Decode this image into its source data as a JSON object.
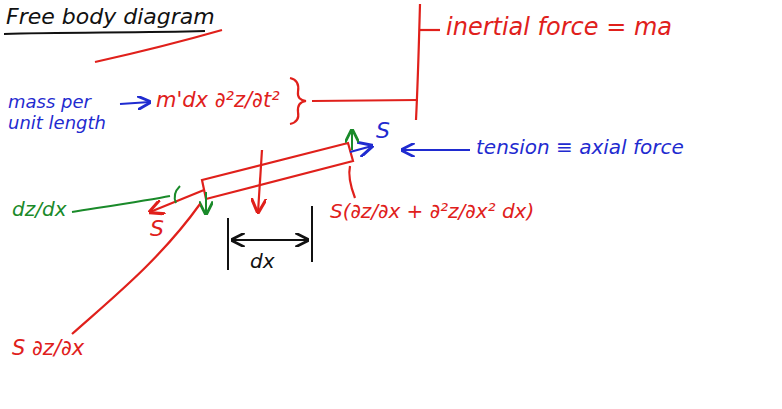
{
  "diagram": {
    "title": "Free body diagram",
    "labels": [
      "mass per unit length",
      "m'dx ∂²z/∂t²",
      "inertial force = ma",
      "S",
      "tension ≡ axial force",
      "dz/dx",
      "S",
      "S(∂z/∂x + ∂²z/∂x² dx)",
      "dx",
      "S ∂z/∂x"
    ]
  }
}
